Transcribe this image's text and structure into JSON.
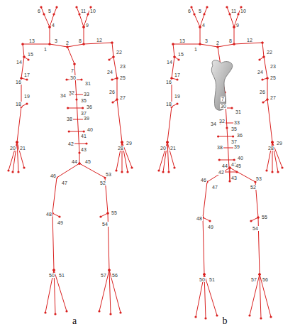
{
  "diagram": {
    "labels": [
      "1",
      "2",
      "3",
      "4",
      "5",
      "6",
      "7",
      "8",
      "9",
      "10",
      "11",
      "12",
      "13",
      "14",
      "15",
      "16",
      "17",
      "18",
      "19",
      "20",
      "21",
      "22",
      "23",
      "24",
      "25",
      "26",
      "27",
      "28",
      "29",
      "30",
      "31",
      "32",
      "33",
      "34",
      "35",
      "36",
      "37",
      "38",
      "39",
      "40",
      "41",
      "42",
      "43",
      "44",
      "45",
      "46",
      "47",
      "48",
      "49",
      "50",
      "51",
      "52",
      "53",
      "54",
      "55",
      "56",
      "57",
      "a",
      "1",
      "2",
      "3",
      "4",
      "5",
      "6",
      "7",
      "8",
      "9",
      "10",
      "11",
      "12",
      "13",
      "14",
      "15",
      "16",
      "17",
      "18",
      "19",
      "20",
      "21",
      "22",
      "23",
      "24",
      "25",
      "26",
      "27",
      "28",
      "29",
      "30",
      "31",
      "32",
      "33",
      "34",
      "35",
      "36",
      "37",
      "38",
      "39",
      "40",
      "41",
      "42",
      "43",
      "44",
      "45",
      "46",
      "47",
      "48",
      "49",
      "50",
      "51",
      "52",
      "53",
      "54",
      "55",
      "56",
      "57",
      "b"
    ]
  }
}
